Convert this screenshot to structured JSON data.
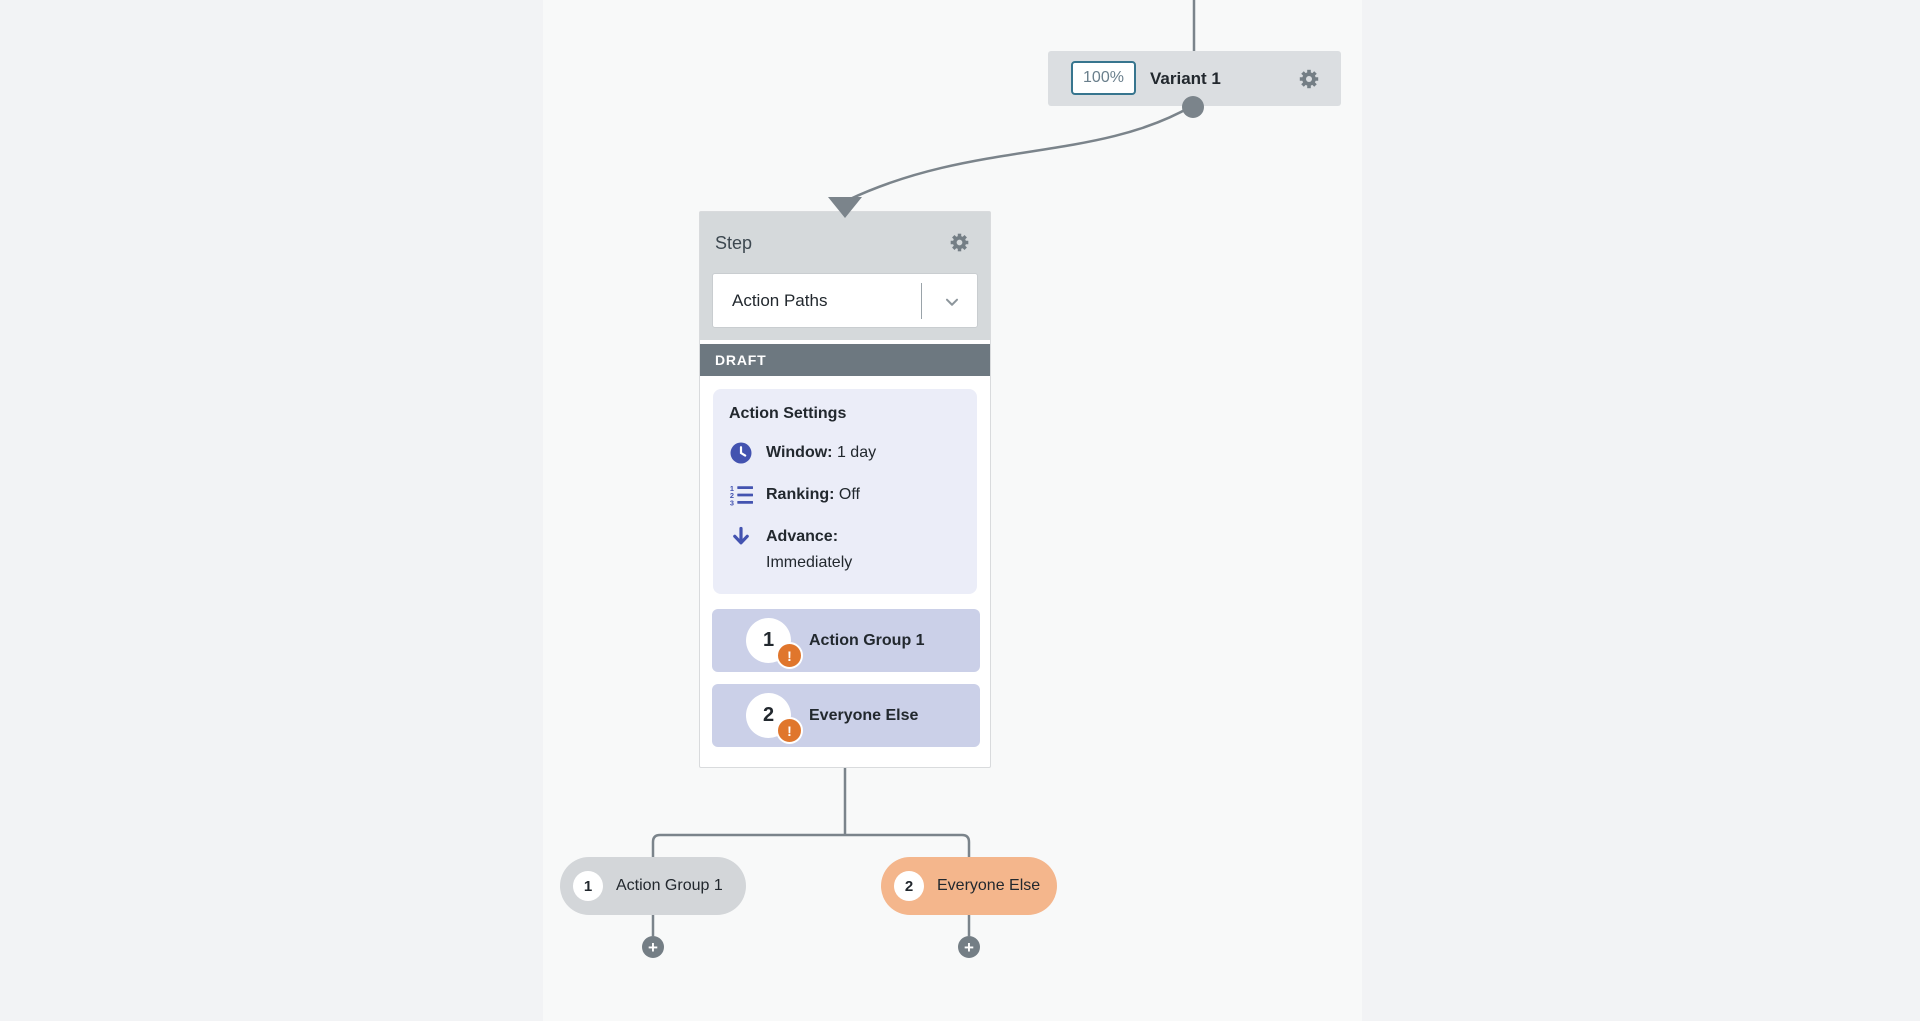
{
  "variant_node": {
    "allocation": "100%",
    "label": "Variant 1"
  },
  "step_node": {
    "title": "Step",
    "type_dropdown": {
      "value": "Action Paths"
    },
    "status_banner": "DRAFT",
    "action_settings": {
      "title": "Action Settings",
      "rows": [
        {
          "icon": "clock-icon",
          "label": "Window:",
          "value": "1 day"
        },
        {
          "icon": "ranked-list-icon",
          "label": "Ranking:",
          "value": "Off"
        },
        {
          "icon": "arrow-down-icon",
          "label": "Advance:",
          "value": "Immediately"
        }
      ]
    },
    "action_groups": [
      {
        "number": "1",
        "label": "Action Group 1",
        "warning": "!"
      },
      {
        "number": "2",
        "label": "Everyone Else",
        "warning": "!"
      }
    ]
  },
  "path_pills": [
    {
      "number": "1",
      "label": "Action Group 1",
      "style": "gray"
    },
    {
      "number": "2",
      "label": "Everyone Else",
      "style": "orange"
    }
  ],
  "colors": {
    "canvas_outer": "#f2f3f5",
    "canvas_band": "#f8f9f9",
    "connector": "#7b848b",
    "node_gray": "#dbdee1",
    "chip_border": "#37758e",
    "chip_text": "#6a7f8c",
    "header_gray": "#d5d9db",
    "gear_gray": "#747e85",
    "draft_bg": "#6d7880",
    "panel_bg": "#ebedf8",
    "row_bg": "#cbd0e8",
    "indigo": "#4353b0",
    "warning_orange": "#e0762c",
    "pill_gray": "#d3d6d9",
    "pill_orange": "#f4b68c",
    "text_dark": "#22282e",
    "text_slate": "#3d4850",
    "dropdown_border": "#c9cdd0"
  }
}
